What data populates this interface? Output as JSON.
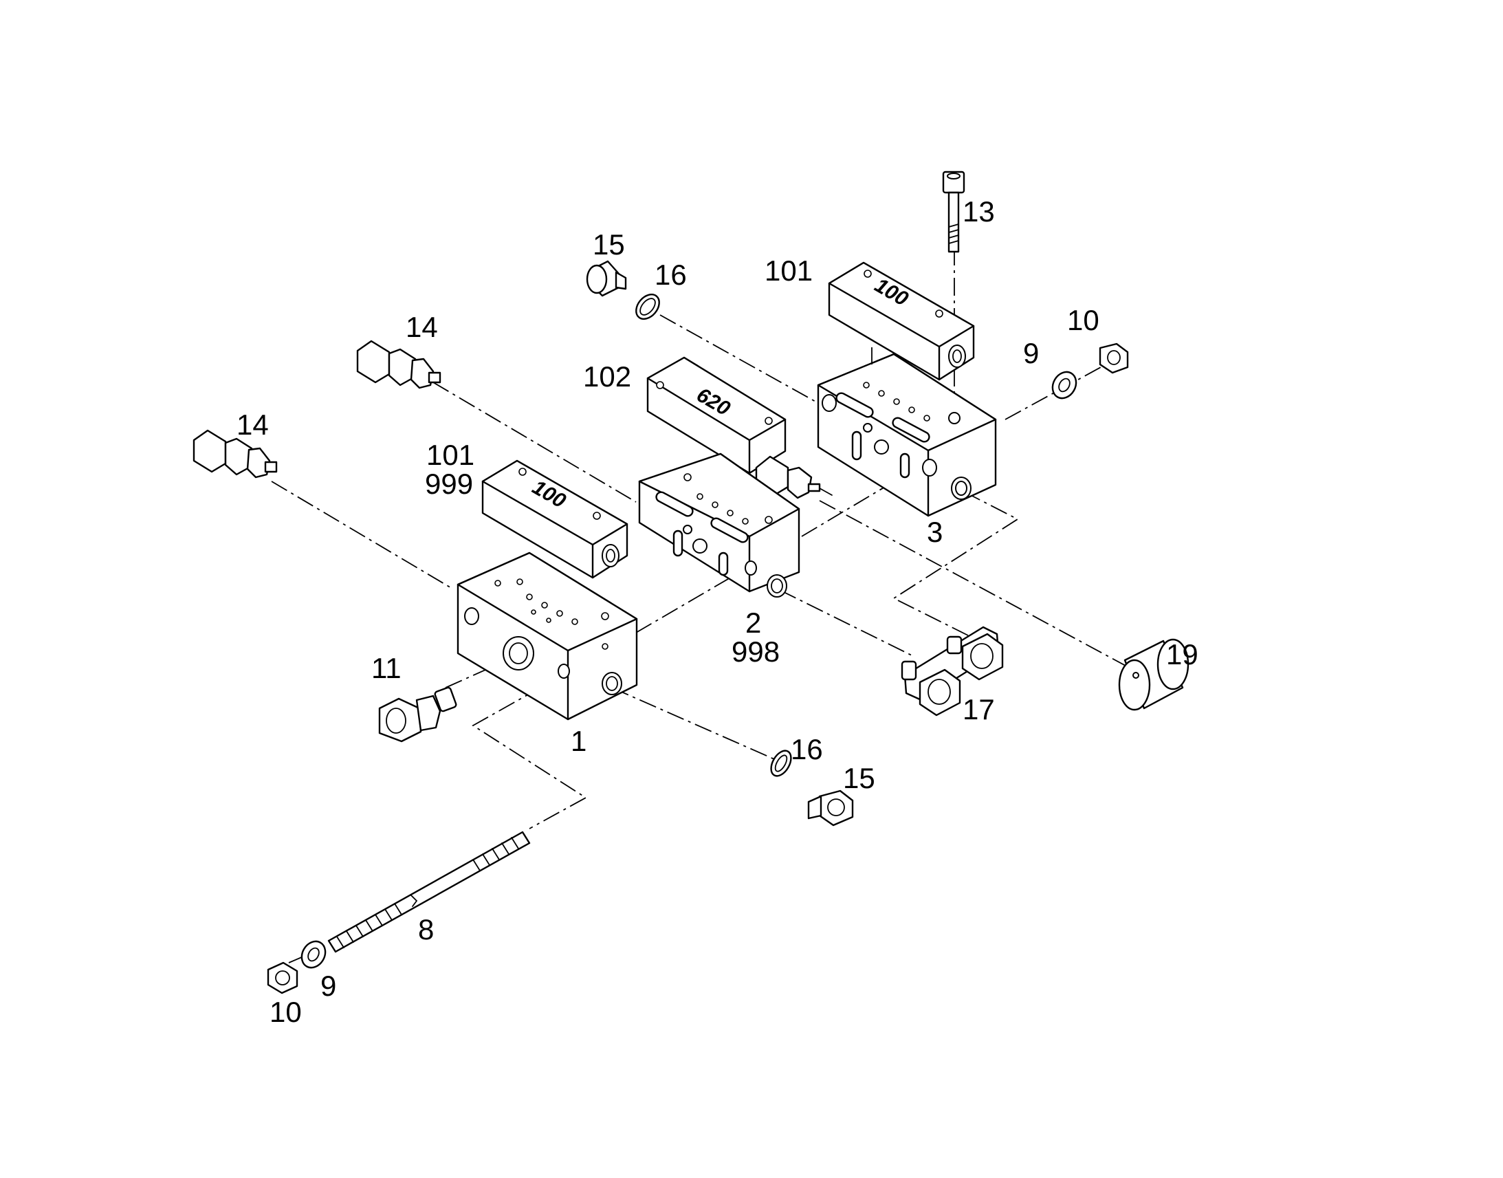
{
  "callouts": {
    "c13": "13",
    "c101_top": "101",
    "c15_top": "15",
    "c16_top": "16",
    "c14_upper": "14",
    "c10_right": "10",
    "c9_right": "9",
    "c102": "102",
    "c14_left": "14",
    "c101_mid": "101",
    "c999": "999",
    "c3": "3",
    "c2": "2",
    "c998": "998",
    "c19": "19",
    "c11": "11",
    "c17": "17",
    "c1": "1",
    "c16_bottom": "16",
    "c15_bottom": "15",
    "c8": "8",
    "c9_left": "9",
    "c10_left": "10"
  },
  "stamps": {
    "cover_top": "100",
    "cover_mid": "620",
    "cover_left": "100"
  }
}
